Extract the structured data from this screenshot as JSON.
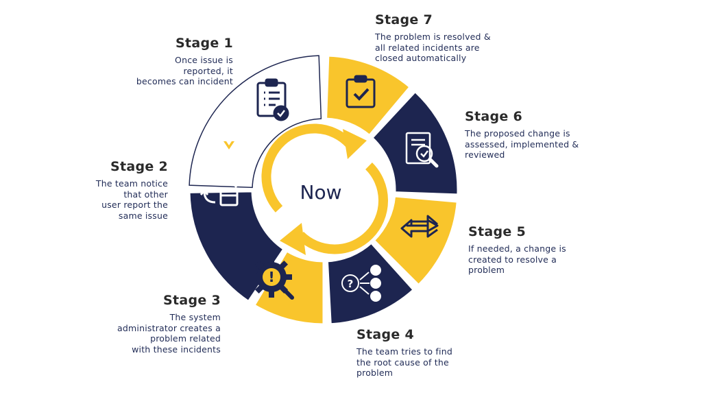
{
  "center_label": "Now",
  "colors": {
    "yellow": "#f9c52c",
    "navy": "#1d2550",
    "white": "#ffffff",
    "outline": "#1d2550"
  },
  "stages": [
    {
      "title": "Stage 1",
      "desc": "Once issue is\nreported, it\nbecomes can incident",
      "color": "white",
      "icon": "clipboard-check-icon"
    },
    {
      "title": "Stage 2",
      "desc": "The team notice\nthat other\nuser report the\nsame issue",
      "color": "navy",
      "icon": "windows-sync-icon"
    },
    {
      "title": "Stage 3",
      "desc": "The system\nadministrator creates a\nproblem related\nwith these incidents",
      "color": "yellow",
      "icon": "gear-wrench-icon"
    },
    {
      "title": "Stage 4",
      "desc": "The team tries to find\nthe root cause of the\nproblem",
      "color": "navy",
      "icon": "question-branch-icon"
    },
    {
      "title": "Stage 5",
      "desc": "If needed, a change is\ncreated to resolve a\nproblem",
      "color": "yellow",
      "icon": "exchange-arrows-icon"
    },
    {
      "title": "Stage 6",
      "desc": "The proposed change is\nassessed, implemented &\nreviewed",
      "color": "navy",
      "icon": "document-search-icon"
    },
    {
      "title": "Stage 7",
      "desc": "The problem is resolved &\nall related incidents are\nclosed automatically",
      "color": "yellow",
      "icon": "clipboard-tick-icon"
    }
  ]
}
